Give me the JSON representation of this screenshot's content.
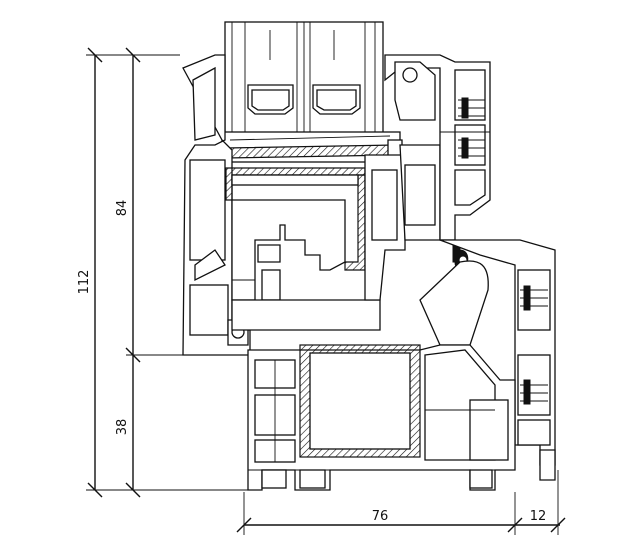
{
  "dimensions": {
    "total_height": "112",
    "sash_height": "84",
    "frame_height": "38",
    "frame_width": "76",
    "offset_width": "12"
  }
}
